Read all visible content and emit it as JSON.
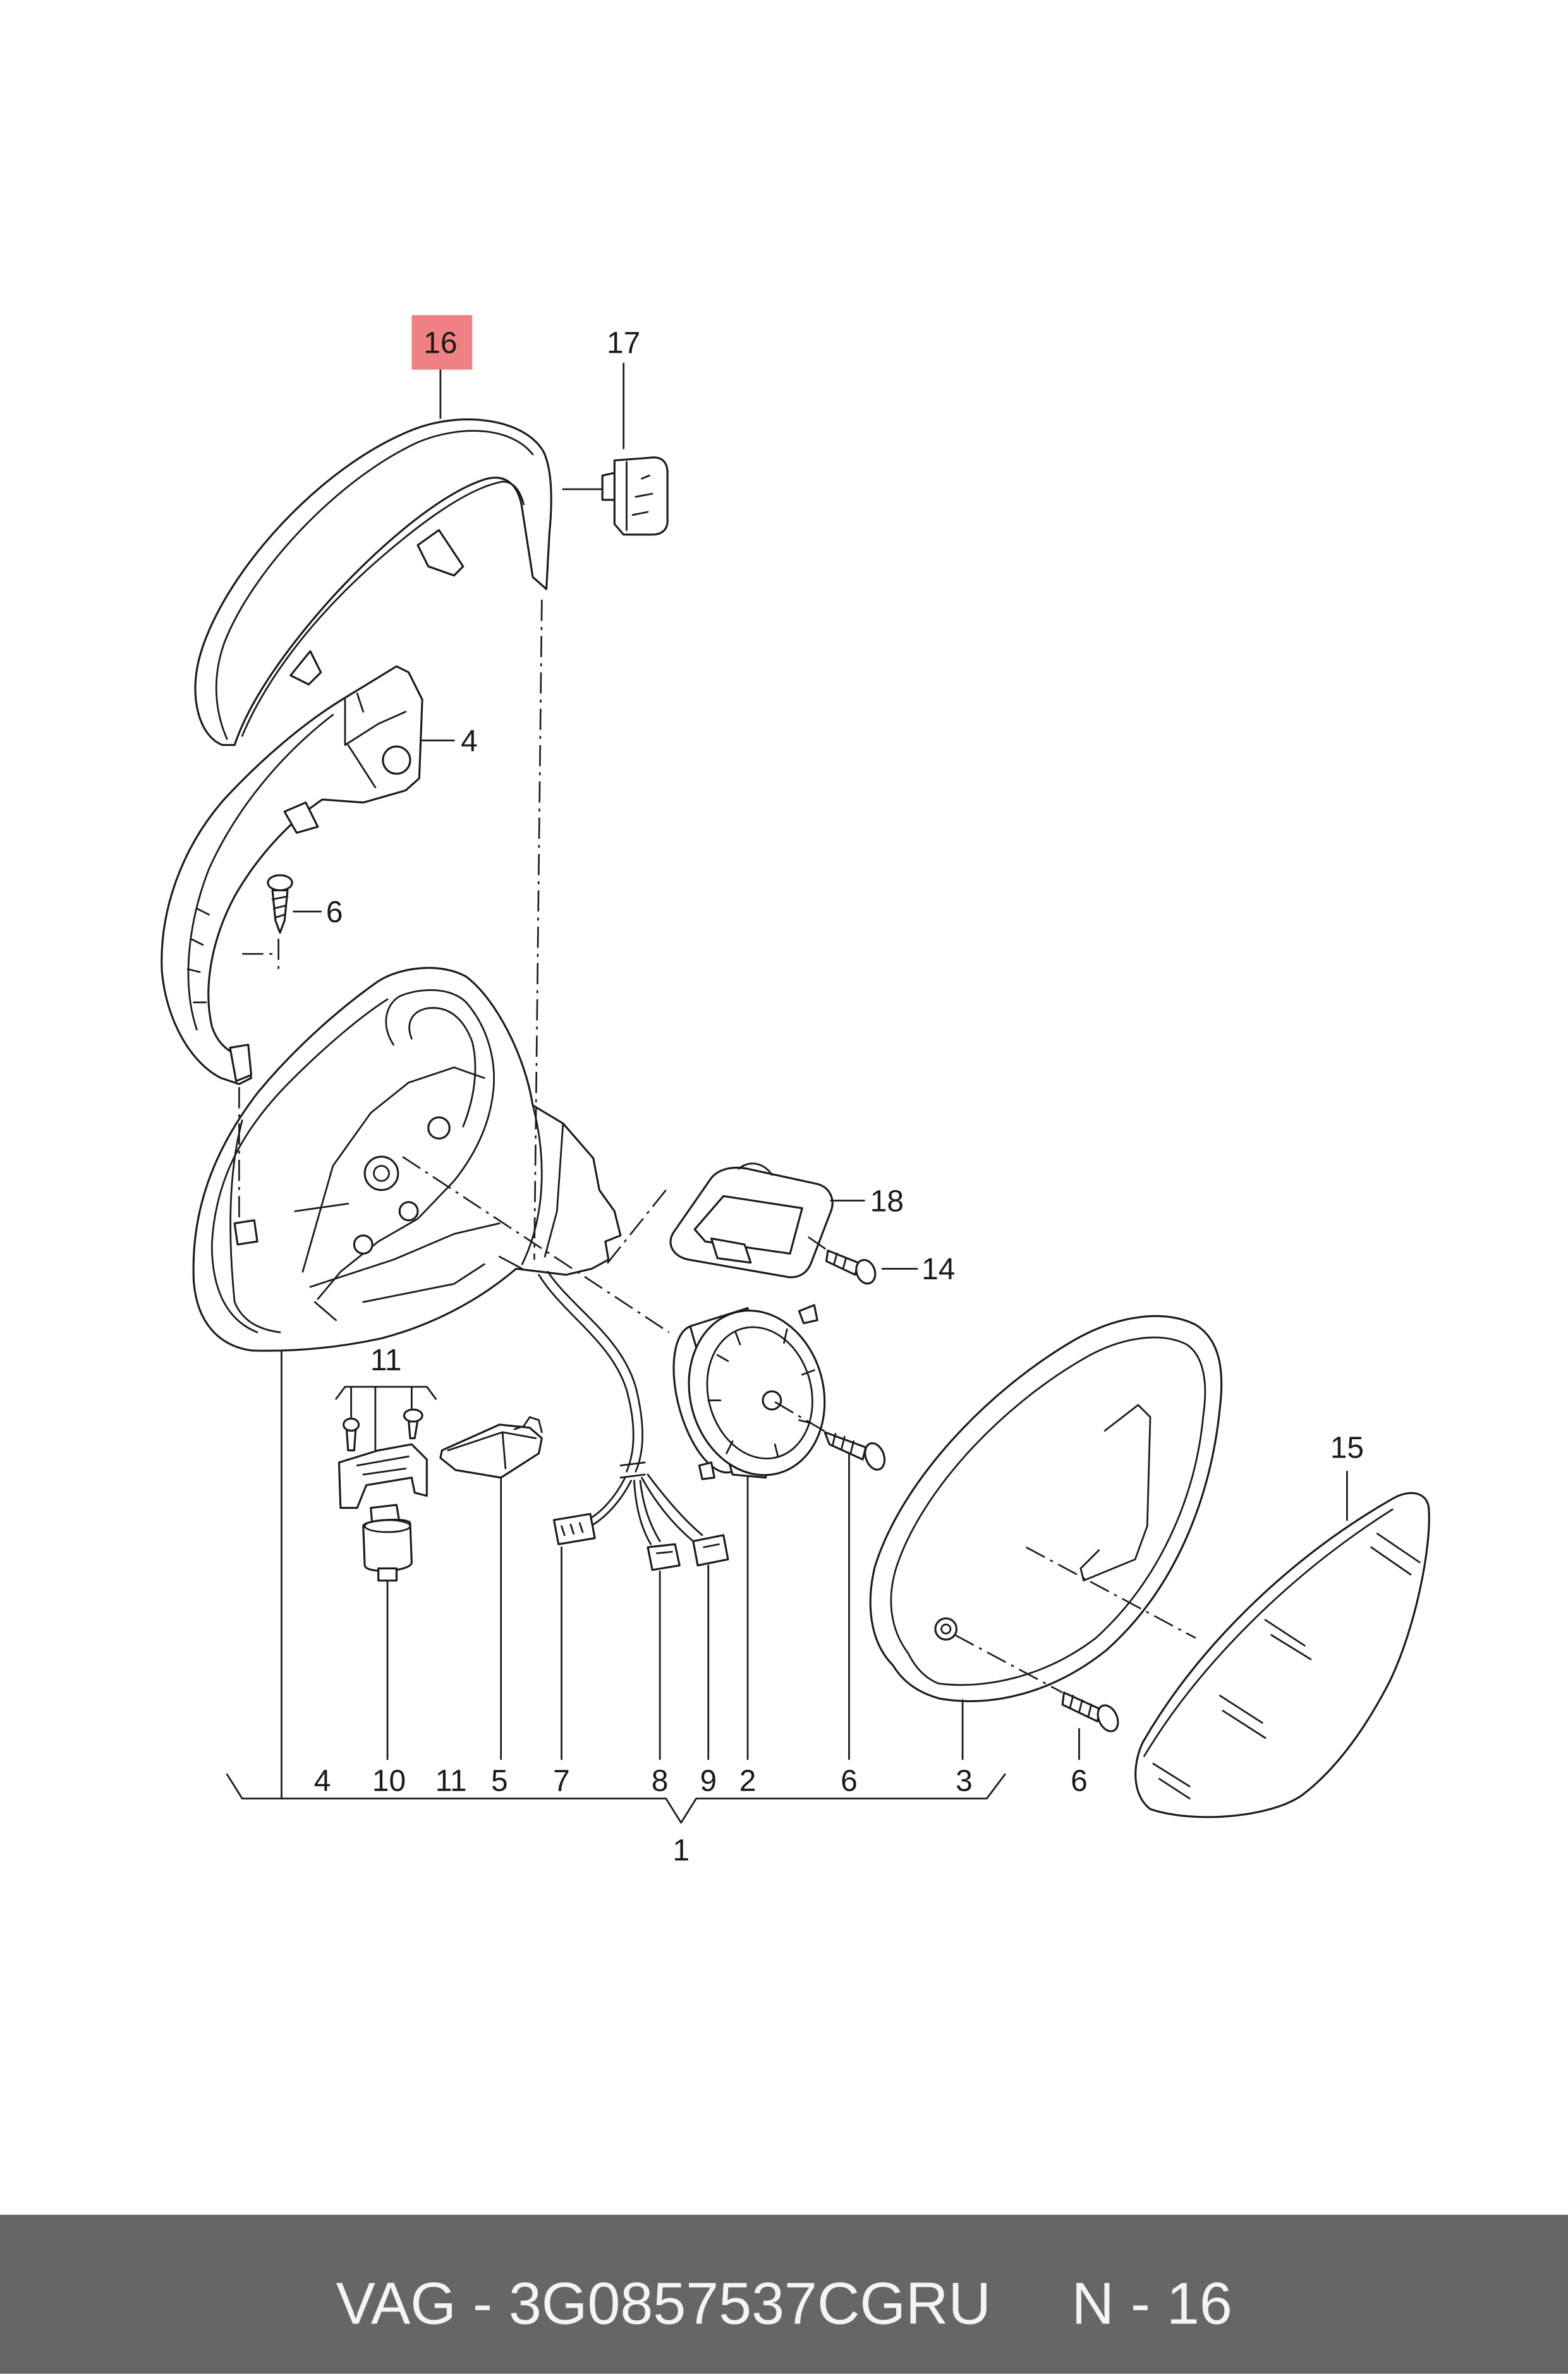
{
  "callouts": {
    "upper": [
      "16",
      "17",
      "4",
      "6",
      "18",
      "14",
      "11",
      "15"
    ],
    "bottom_row": [
      "4",
      "10",
      "11",
      "5",
      "7",
      "8",
      "9",
      "2",
      "6",
      "3",
      "6"
    ],
    "assembly": "1"
  },
  "footer": {
    "part_number": "VAG - 3G0857537CGRU",
    "page_ref": "N - 16"
  },
  "colors": {
    "highlight": "#ef8183",
    "footer_background": "#666666",
    "footer_text": "#f4f4f4"
  }
}
